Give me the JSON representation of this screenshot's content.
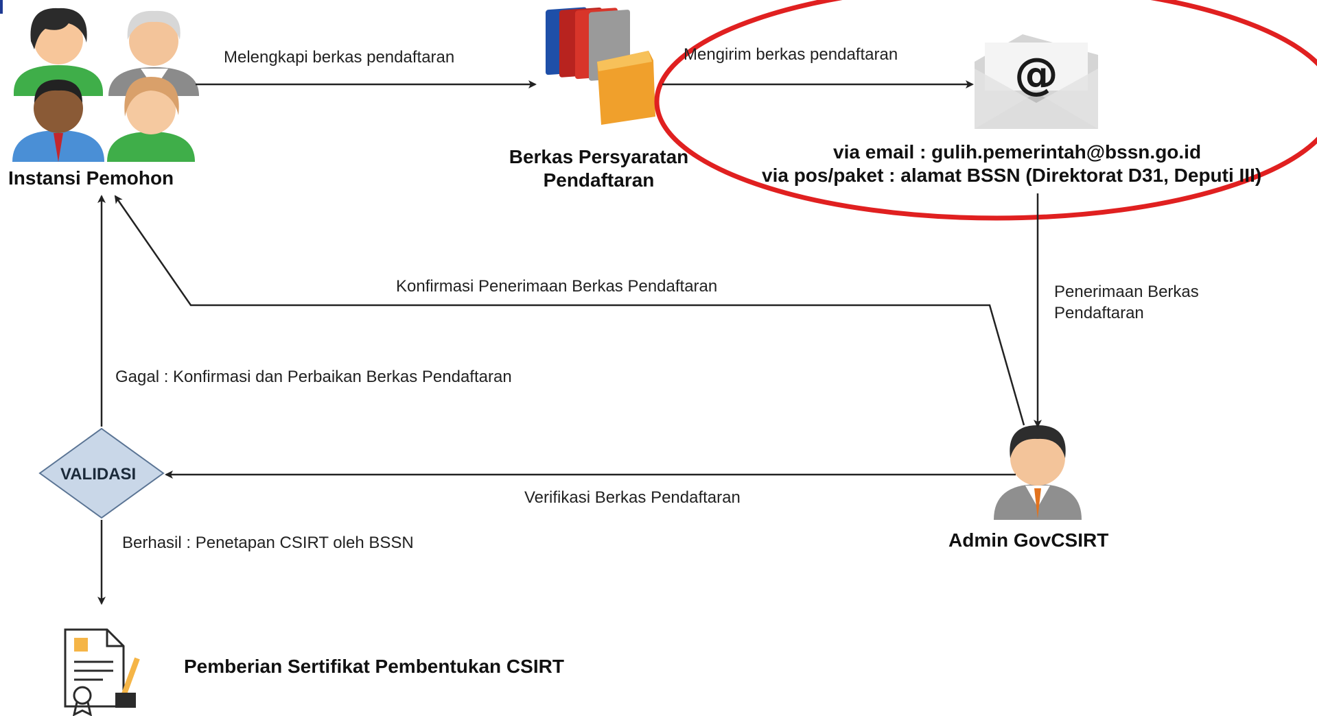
{
  "actors": {
    "applicant": "Instansi Pemohon",
    "admin": "Admin GovCSIRT"
  },
  "documents": {
    "registration_files_line1": "Berkas Persyaratan",
    "registration_files_line2": "Pendaftaran",
    "certificate": "Pemberian Sertifikat Pembentukan CSIRT"
  },
  "submission": {
    "email_line": "via email : gulih.pemerintah@bssn.go.id",
    "post_line": "via pos/paket : alamat BSSN (Direktorat D31, Deputi III)"
  },
  "flows": {
    "complete_files": "Melengkapi berkas pendaftaran",
    "send_files": "Mengirim berkas pendaftaran",
    "receive_line1": "Penerimaan Berkas",
    "receive_line2": "Pendaftaran",
    "confirm_receipt": "Konfirmasi Penerimaan Berkas Pendaftaran",
    "fail": "Gagal : Konfirmasi dan Perbaikan Berkas Pendaftaran",
    "verify": "Verifikasi Berkas Pendaftaran",
    "success": "Berhasil : Penetapan CSIRT oleh BSSN"
  },
  "decision": {
    "label": "VALIDASI"
  },
  "icons": {
    "people_group": "people-group-icon",
    "folders": "folders-icon",
    "email": "email-envelope-icon",
    "admin": "admin-person-icon",
    "certificate": "certificate-icon"
  },
  "colors": {
    "highlight_ellipse": "#e02020",
    "diamond_fill": "#c9d7e8",
    "diamond_stroke": "#5a7494",
    "arrow": "#222222"
  }
}
